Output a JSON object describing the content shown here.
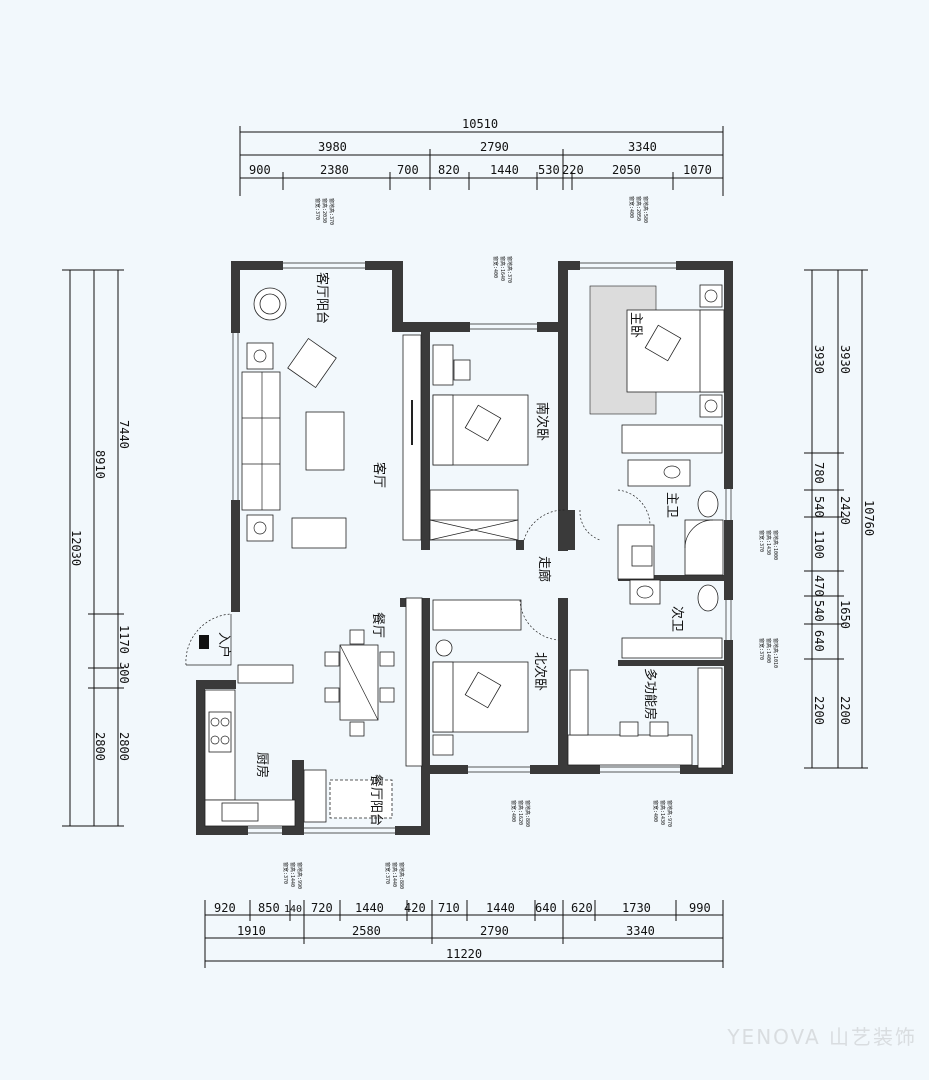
{
  "rooms": {
    "living_balcony": "客厅阳台",
    "living_room": "客厅",
    "south_bedroom": "南次卧",
    "master_bedroom": "主卧",
    "master_bath": "主卫",
    "corridor": "走廊",
    "guest_bath": "次卫",
    "north_bedroom": "北次卧",
    "multi_room": "多功能房",
    "dining": "餐厅",
    "entrance": "入户",
    "kitchen": "厨房",
    "dining_balcony": "餐厅阳台"
  },
  "dims": {
    "top_total": "10510",
    "top_mid": [
      "3980",
      "2790",
      "3340"
    ],
    "top_detail": [
      "900",
      "2380",
      "700",
      "820",
      "1440",
      "530",
      "220",
      "2050",
      "1070"
    ],
    "bottom_total": "11220",
    "bottom_mid": [
      "1910",
      "2580",
      "2790",
      "3340"
    ],
    "bottom_detail": [
      "920",
      "850",
      "140",
      "720",
      "1440",
      "420",
      "710",
      "1440",
      "640",
      "620",
      "1730",
      "990"
    ],
    "left_a": "7440",
    "left_b": "8910",
    "left_c": "12030",
    "left_small": [
      "1170",
      "300",
      "2800"
    ],
    "right_outer": [
      "3930",
      "2420",
      "1650",
      "2200"
    ],
    "right_total": "10760",
    "right_inner": [
      "3930",
      "780",
      "540",
      "1100",
      "470",
      "540",
      "640",
      "2200"
    ]
  },
  "notes": {
    "n1": [
      "窗宽:370",
      "窗高:2030",
      "窗地高:370"
    ],
    "n2": [
      "窗宽:400",
      "窗高:1640",
      "窗地高:370"
    ],
    "n3": [
      "窗宽:400",
      "窗高:2050",
      "窗地高:580"
    ],
    "n4": [
      "窗宽:370",
      "窗高:1430",
      "窗地高:1000"
    ],
    "n5": [
      "窗宽:370",
      "窗高:1400",
      "窗地高:1010"
    ],
    "n6": [
      "窗宽:400",
      "窗高:1620",
      "窗地高:880"
    ],
    "n7": [
      "窗宽:400",
      "窗高:1430",
      "窗地高:970"
    ],
    "n8": [
      "窗宽:370",
      "窗高:1440",
      "窗地高:990"
    ],
    "n9": [
      "窗宽:370",
      "窗高:1440",
      "窗地高:880"
    ]
  },
  "watermark": "YENOVA 山艺装饰"
}
